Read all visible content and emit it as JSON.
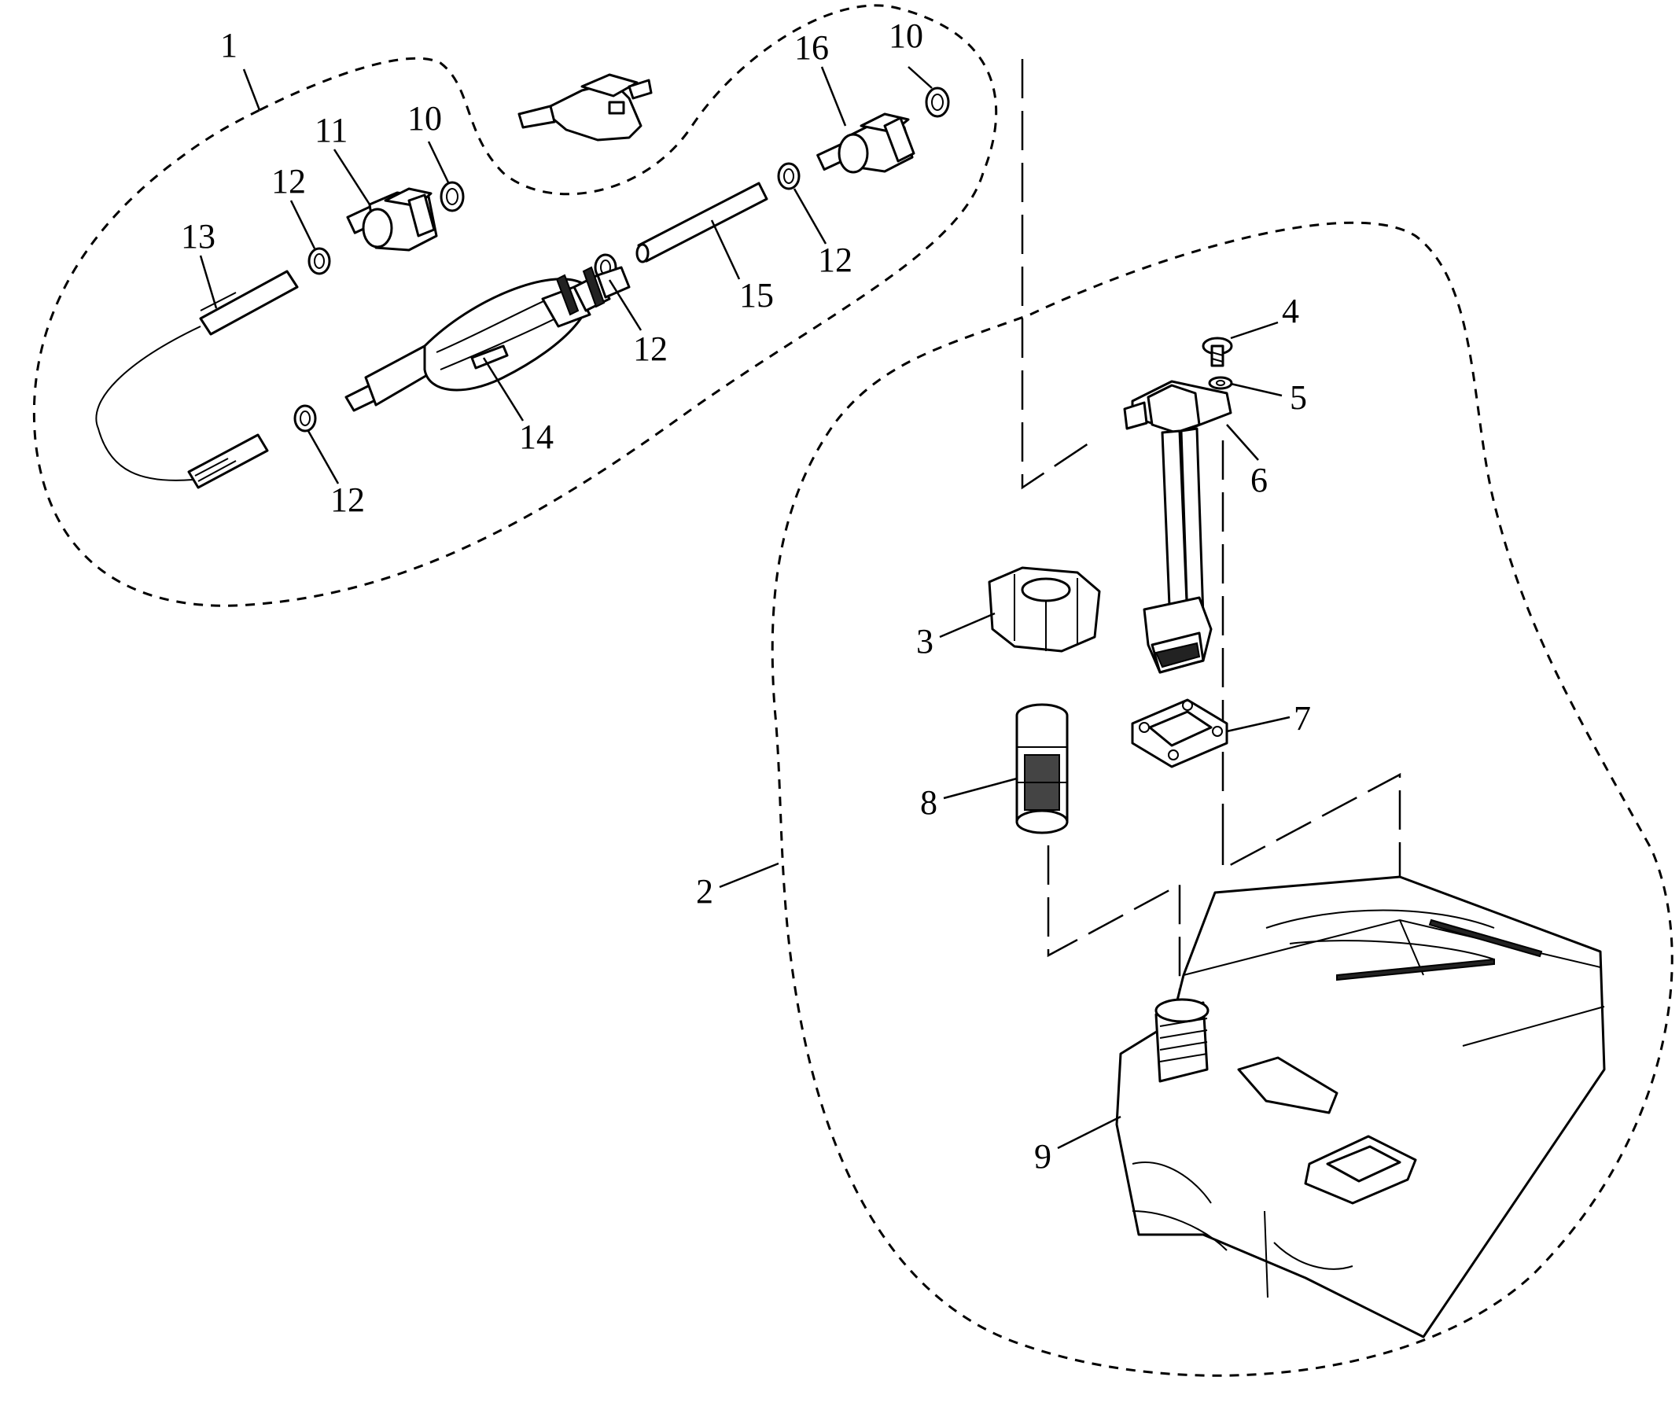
{
  "callouts": [
    {
      "id": "c1",
      "text": "1"
    },
    {
      "id": "c2",
      "text": "2"
    },
    {
      "id": "c3",
      "text": "3"
    },
    {
      "id": "c4",
      "text": "4"
    },
    {
      "id": "c5",
      "text": "5"
    },
    {
      "id": "c6",
      "text": "6"
    },
    {
      "id": "c7",
      "text": "7"
    },
    {
      "id": "c8",
      "text": "8"
    },
    {
      "id": "c9",
      "text": "9"
    },
    {
      "id": "c10a",
      "text": "10"
    },
    {
      "id": "c10b",
      "text": "10"
    },
    {
      "id": "c11",
      "text": "11"
    },
    {
      "id": "c12a",
      "text": "12"
    },
    {
      "id": "c12b",
      "text": "12"
    },
    {
      "id": "c12c",
      "text": "12"
    },
    {
      "id": "c12d",
      "text": "12"
    },
    {
      "id": "c13",
      "text": "13"
    },
    {
      "id": "c14",
      "text": "14"
    },
    {
      "id": "c15",
      "text": "15"
    },
    {
      "id": "c16",
      "text": "16"
    }
  ]
}
